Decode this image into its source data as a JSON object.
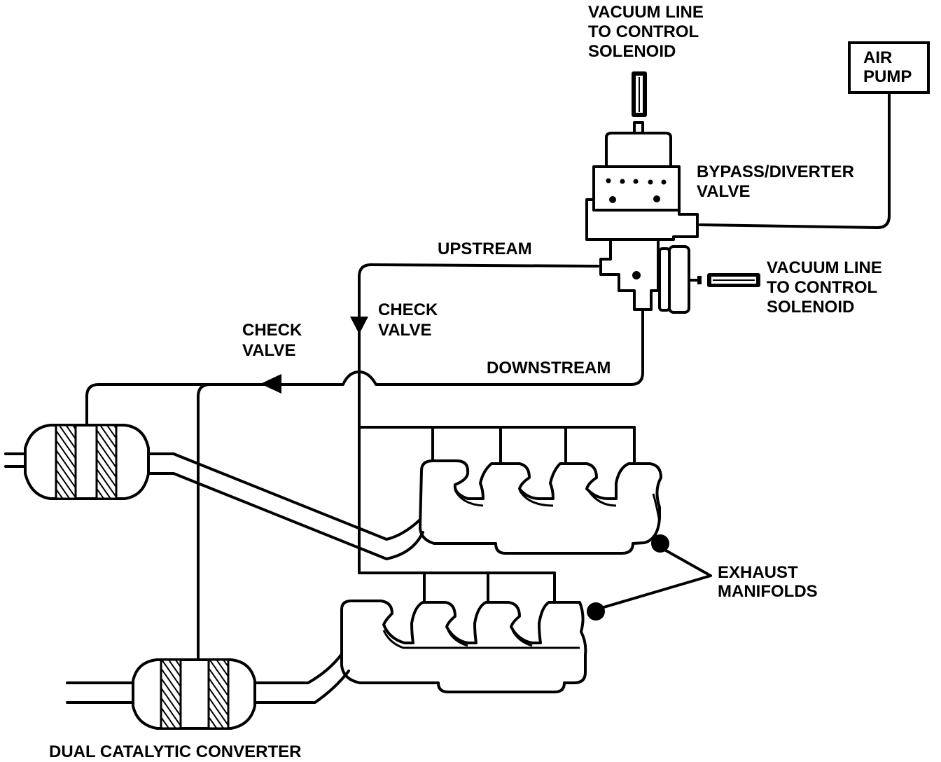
{
  "labels": {
    "vacuum_line_top": [
      "VACUUM LINE",
      "TO CONTROL",
      "SOLENOID"
    ],
    "air_pump": [
      "AIR",
      "PUMP"
    ],
    "bypass_diverter_valve": [
      "BYPASS/DIVERTER",
      "VALVE"
    ],
    "upstream": "UPSTREAM",
    "vacuum_line_right": [
      "VACUUM LINE",
      "TO CONTROL",
      "SOLENOID"
    ],
    "check_valve_center": [
      "CHECK",
      "VALVE"
    ],
    "check_valve_left": [
      "CHECK",
      "VALVE"
    ],
    "downstream": "DOWNSTREAM",
    "exhaust_manifolds": [
      "EXHAUST",
      "MANIFOLDS"
    ],
    "dual_catalytic_converter": "DUAL CATALYTIC CONVERTER"
  },
  "colors": {
    "ink": "#000000",
    "paper": "#ffffff"
  }
}
